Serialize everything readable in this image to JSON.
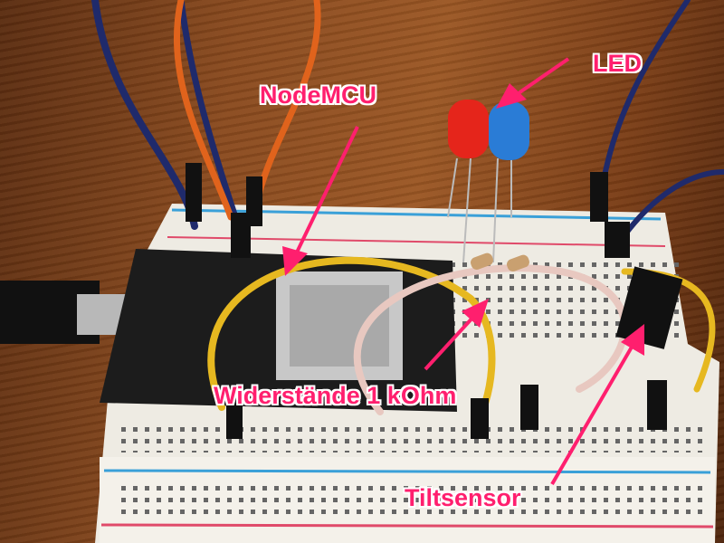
{
  "annotations": {
    "nodemcu": "NodeMCU",
    "led": "LED",
    "resistors": "Widerstände 1 kOhm",
    "tiltsensor": "Tiltsensor"
  },
  "colors": {
    "annotation": "#ff1f6e",
    "breadboard": "#efece4",
    "board": "#1c1c1c",
    "wire_blue": "#1f2a6b",
    "wire_orange": "#e0631c",
    "wire_yellow": "#e6b820",
    "wire_pink": "#e8c8c0"
  }
}
